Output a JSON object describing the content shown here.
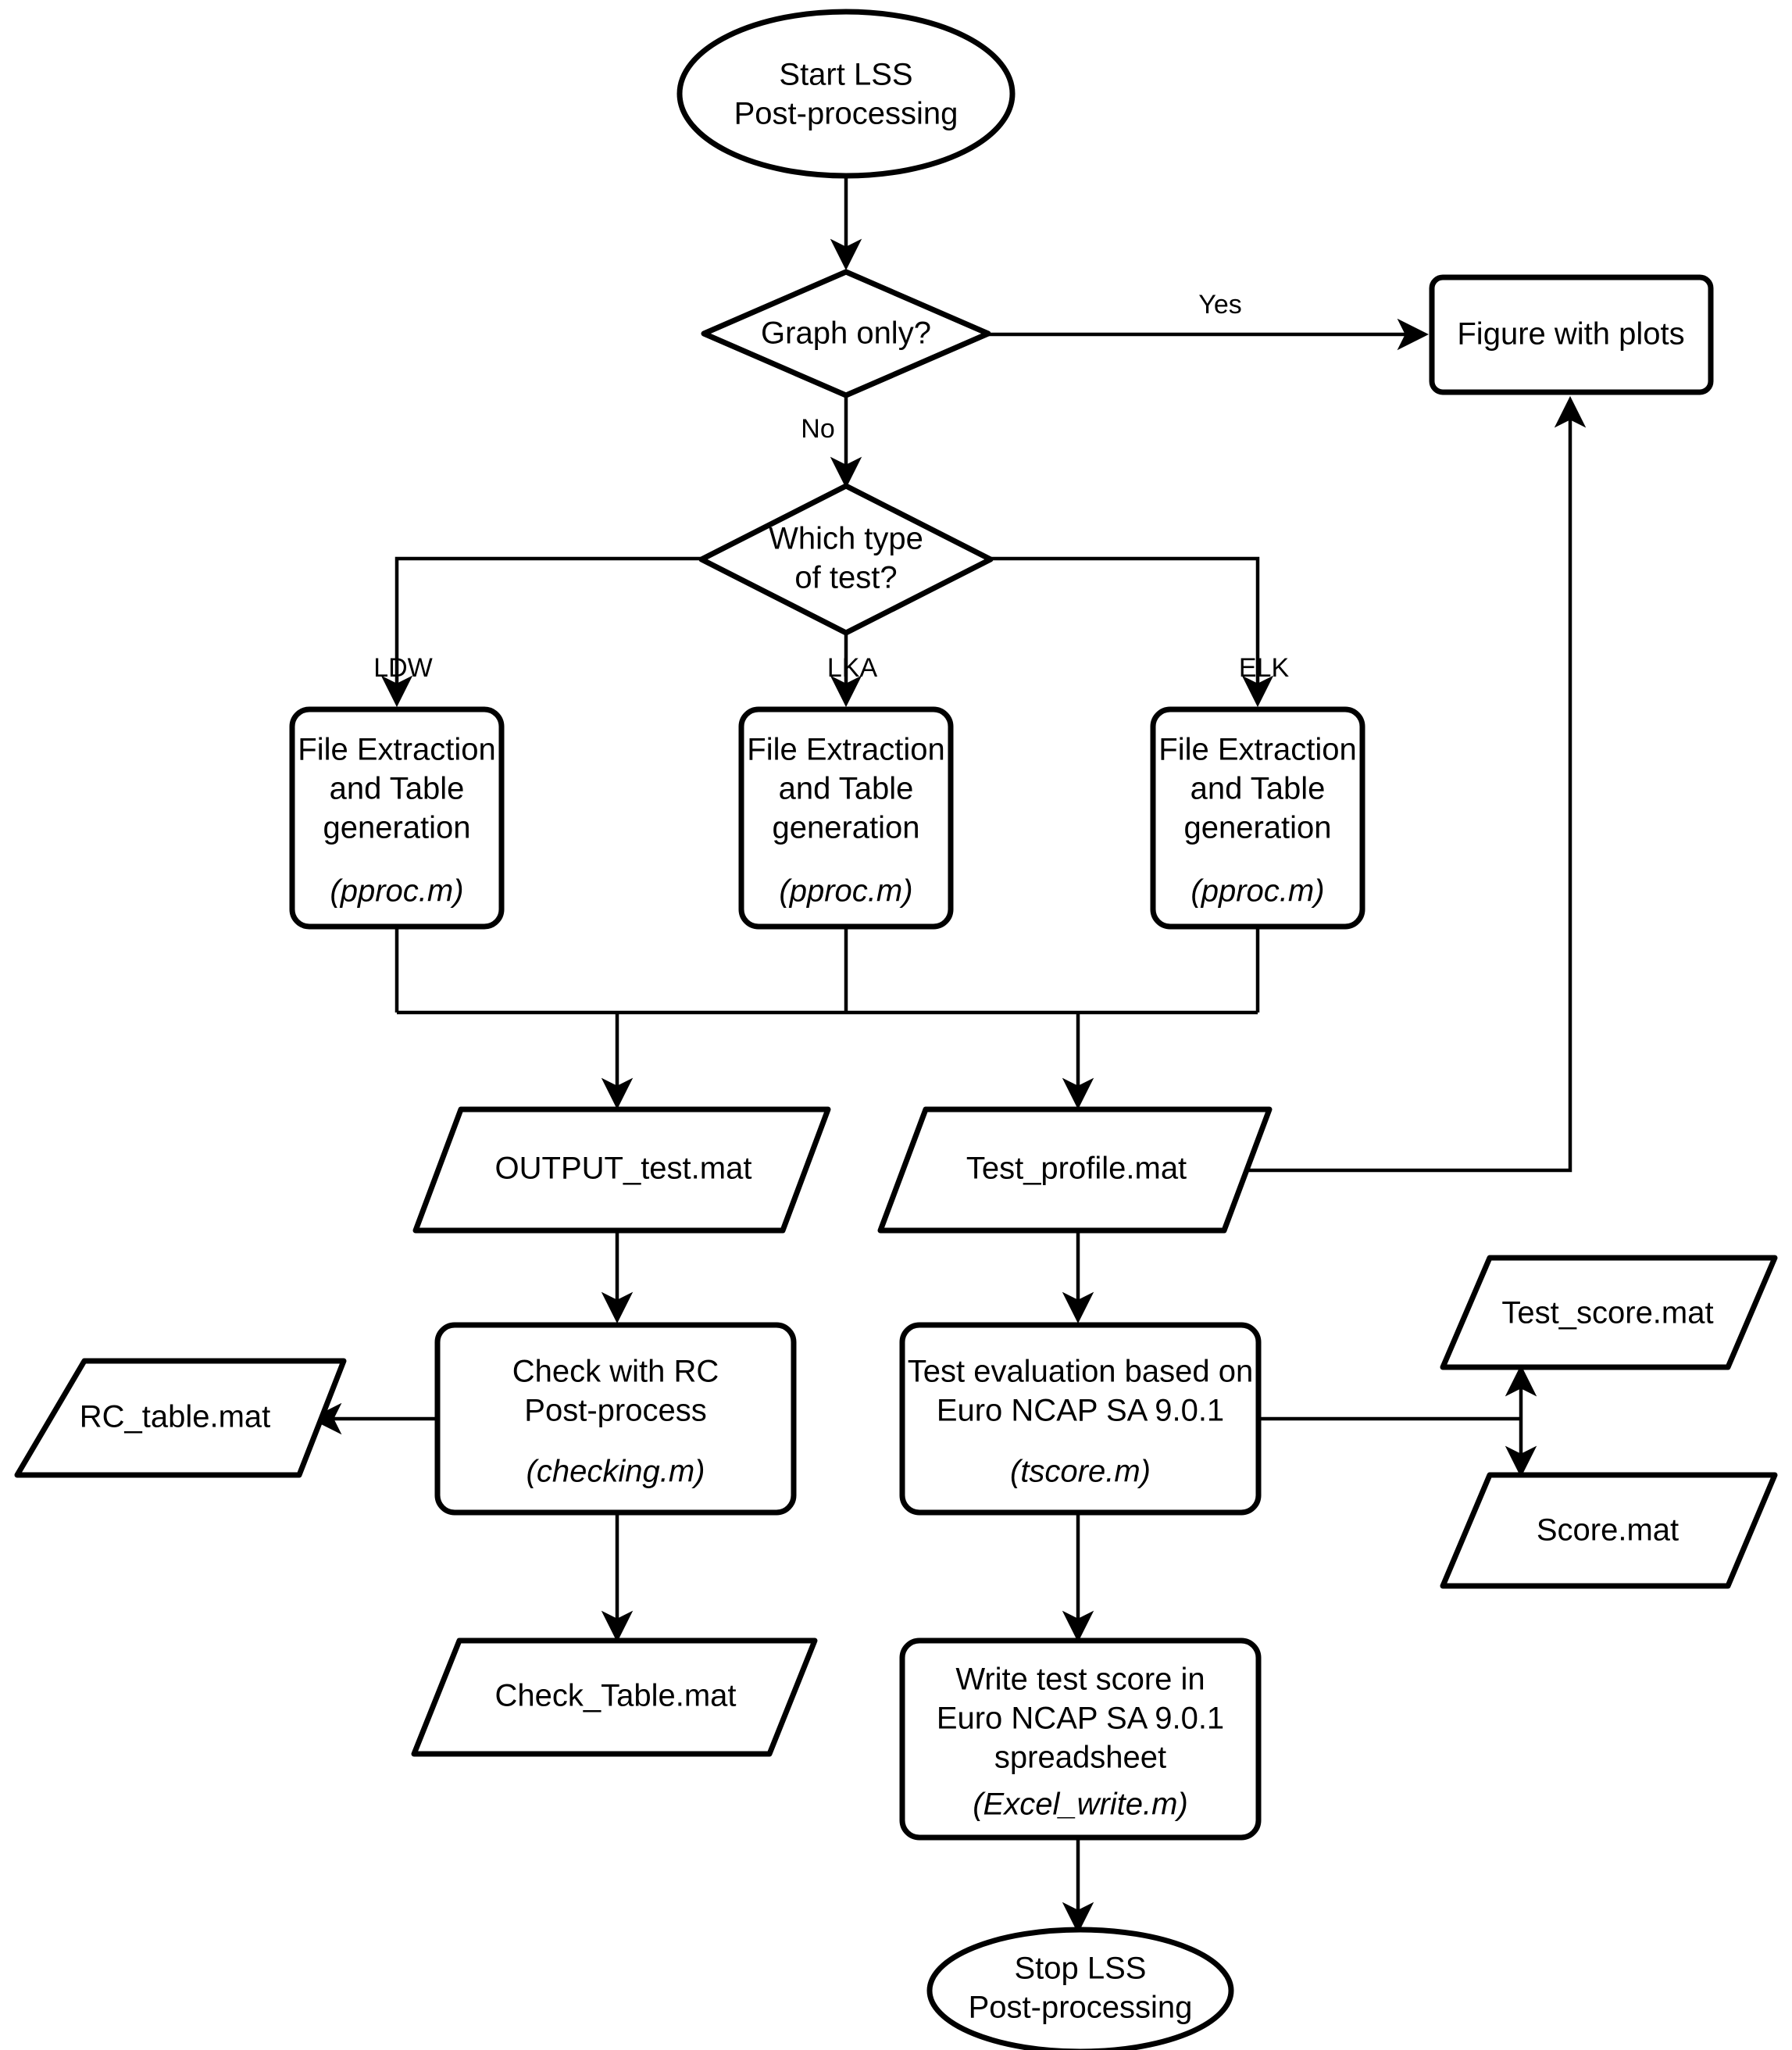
{
  "diagram": {
    "title": "LSS Post-processing flowchart",
    "colors": {
      "stroke": "#000000",
      "fill": "#ffffff",
      "text": "#000000"
    },
    "nodes": {
      "start": {
        "shape": "terminator",
        "line1": "Start LSS",
        "line2": "Post-processing"
      },
      "graph_only": {
        "shape": "decision",
        "label": "Graph only?"
      },
      "figure_with_plots": {
        "shape": "process",
        "label": "Figure with plots"
      },
      "which_test": {
        "shape": "decision",
        "line1": "Which type",
        "line2": "of test?"
      },
      "file_extraction_ldw": {
        "shape": "process",
        "line1": "File Extraction",
        "line2": "and Table",
        "line3": "generation",
        "script": "(pproc.m)"
      },
      "file_extraction_lka": {
        "shape": "process",
        "line1": "File Extraction",
        "line2": "and Table",
        "line3": "generation",
        "script": "(pproc.m)"
      },
      "file_extraction_elk": {
        "shape": "process",
        "line1": "File Extraction",
        "line2": "and Table",
        "line3": "generation",
        "script": "(pproc.m)"
      },
      "output_test_mat": {
        "shape": "data",
        "label": "OUTPUT_test.mat"
      },
      "test_profile_mat": {
        "shape": "data",
        "label": "Test_profile.mat"
      },
      "check_with_rc": {
        "shape": "process",
        "line1": "Check with RC",
        "line2": "Post-process",
        "script": "(checking.m)"
      },
      "test_evaluation": {
        "shape": "process",
        "line1": "Test evaluation based on",
        "line2": "Euro NCAP SA 9.0.1",
        "script": "(tscore.m)"
      },
      "rc_table_mat": {
        "shape": "data",
        "label": "RC_table.mat"
      },
      "test_score_mat": {
        "shape": "data",
        "label": "Test_score.mat"
      },
      "score_mat": {
        "shape": "data",
        "label": "Score.mat"
      },
      "check_table_mat": {
        "shape": "data",
        "label": "Check_Table.mat"
      },
      "write_test_score": {
        "shape": "process",
        "line1": "Write test score in",
        "line2": "Euro NCAP SA 9.0.1",
        "line3": "spreadsheet",
        "script": "(Excel_write.m)"
      },
      "stop": {
        "shape": "terminator",
        "line1": "Stop LSS",
        "line2": "Post-processing"
      }
    },
    "edge_labels": {
      "yes": "Yes",
      "no": "No",
      "ldw": "LDW",
      "lka": "LKA",
      "elk": "ELK"
    }
  }
}
